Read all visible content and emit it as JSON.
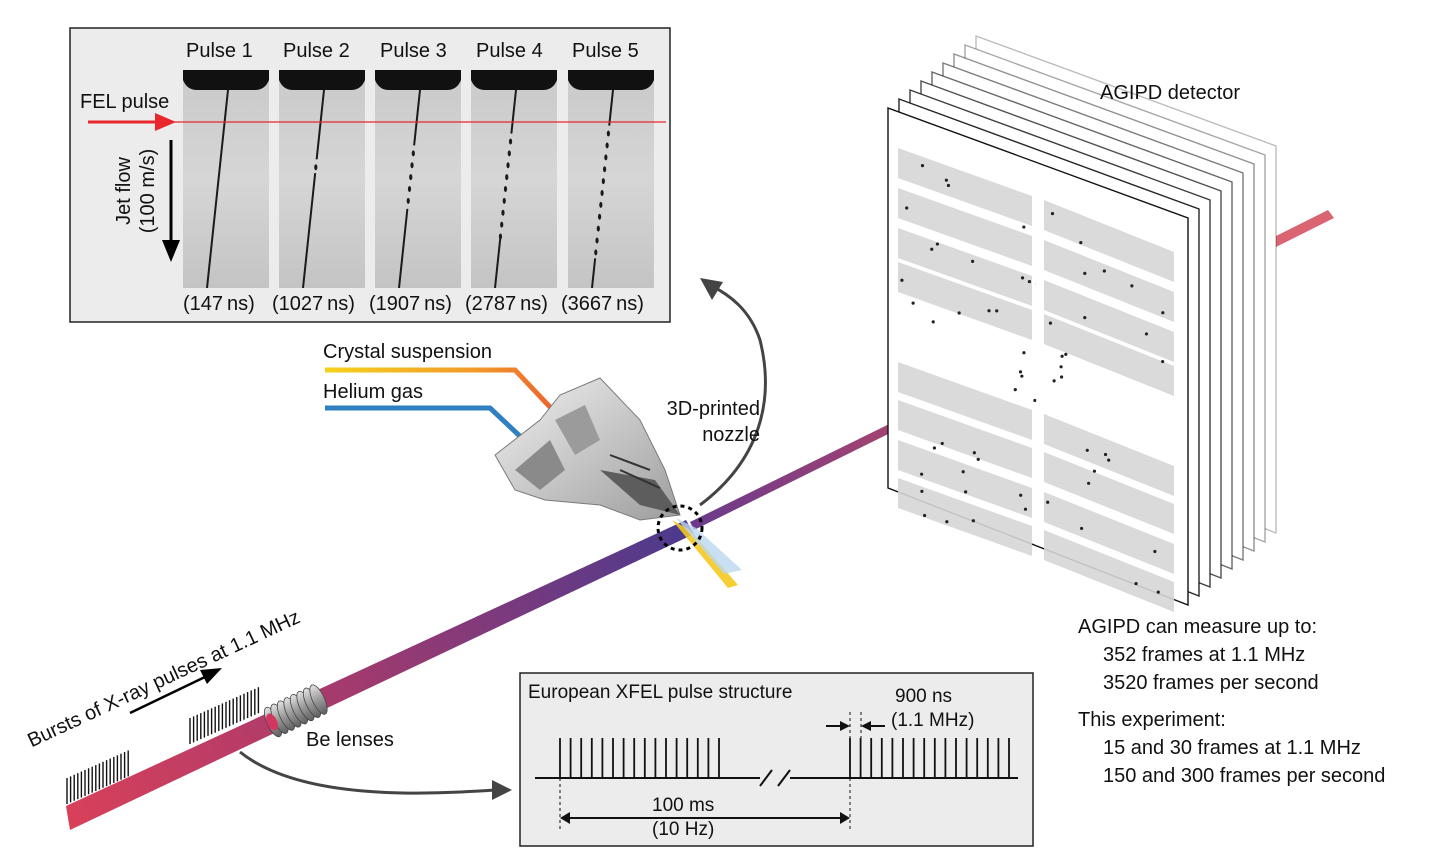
{
  "inset": {
    "pulses": [
      {
        "label": "Pulse 1",
        "time": "(147 ns)"
      },
      {
        "label": "Pulse 2",
        "time": "(1027 ns)"
      },
      {
        "label": "Pulse 3",
        "time": "(1907 ns)"
      },
      {
        "label": "Pulse 4",
        "time": "(2787 ns)"
      },
      {
        "label": "Pulse 5",
        "time": "(3667 ns)"
      }
    ],
    "fel_label": "FEL pulse",
    "jet_flow_line1": "Jet flow",
    "jet_flow_line2": "(100 m/s)"
  },
  "nozzle": {
    "crystal_label": "Crystal suspension",
    "helium_label": "Helium gas",
    "nozzle_line1": "3D-printed",
    "nozzle_line2": "nozzle"
  },
  "detector": {
    "title": "AGIPD detector",
    "info_heading": "AGIPD can measure up to:",
    "info_line1": "352 frames at 1.1 MHz",
    "info_line2": "3520 frames per second",
    "experiment_heading": "This experiment:",
    "experiment_line1": "15 and 30 frames at 1.1 MHz",
    "experiment_line2": "150 and 300 frames per second"
  },
  "beam": {
    "bursts_label": "Bursts of X-ray pulses at 1.1 MHz",
    "lenses_label": "Be lenses"
  },
  "structure": {
    "title": "European XFEL pulse structure",
    "spacing_label": "900 ns",
    "spacing_freq": "(1.1 MHz)",
    "train_period": "100 ms",
    "train_freq": "(10 Hz)"
  },
  "colors": {
    "beam_red": "#cf3b4d",
    "beam_purple": "#6a3a8c",
    "fel_arrow": "#e8262b",
    "crystal_orange": "#f08a24",
    "helium_blue": "#2f7fc1",
    "panel_bg": "#ececec"
  }
}
